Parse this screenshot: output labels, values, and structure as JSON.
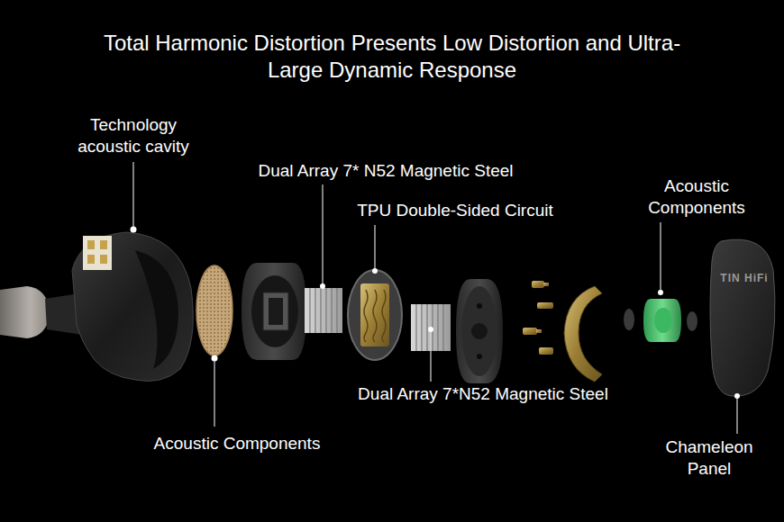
{
  "diagram": {
    "title": "Total Harmonic Distortion Presents Low Distortion and Ultra-Large Dynamic Response",
    "labels": [
      "Technology acoustic cavity",
      "Dual Array 7* N52 Magnetic Steel",
      "TPU Double-Sided Circuit",
      "Acoustic Components",
      "TIN HiFi",
      "Dual Array 7*N52 Magnetic Steel",
      "Acoustic Components",
      "Chameleon Panel"
    ]
  }
}
